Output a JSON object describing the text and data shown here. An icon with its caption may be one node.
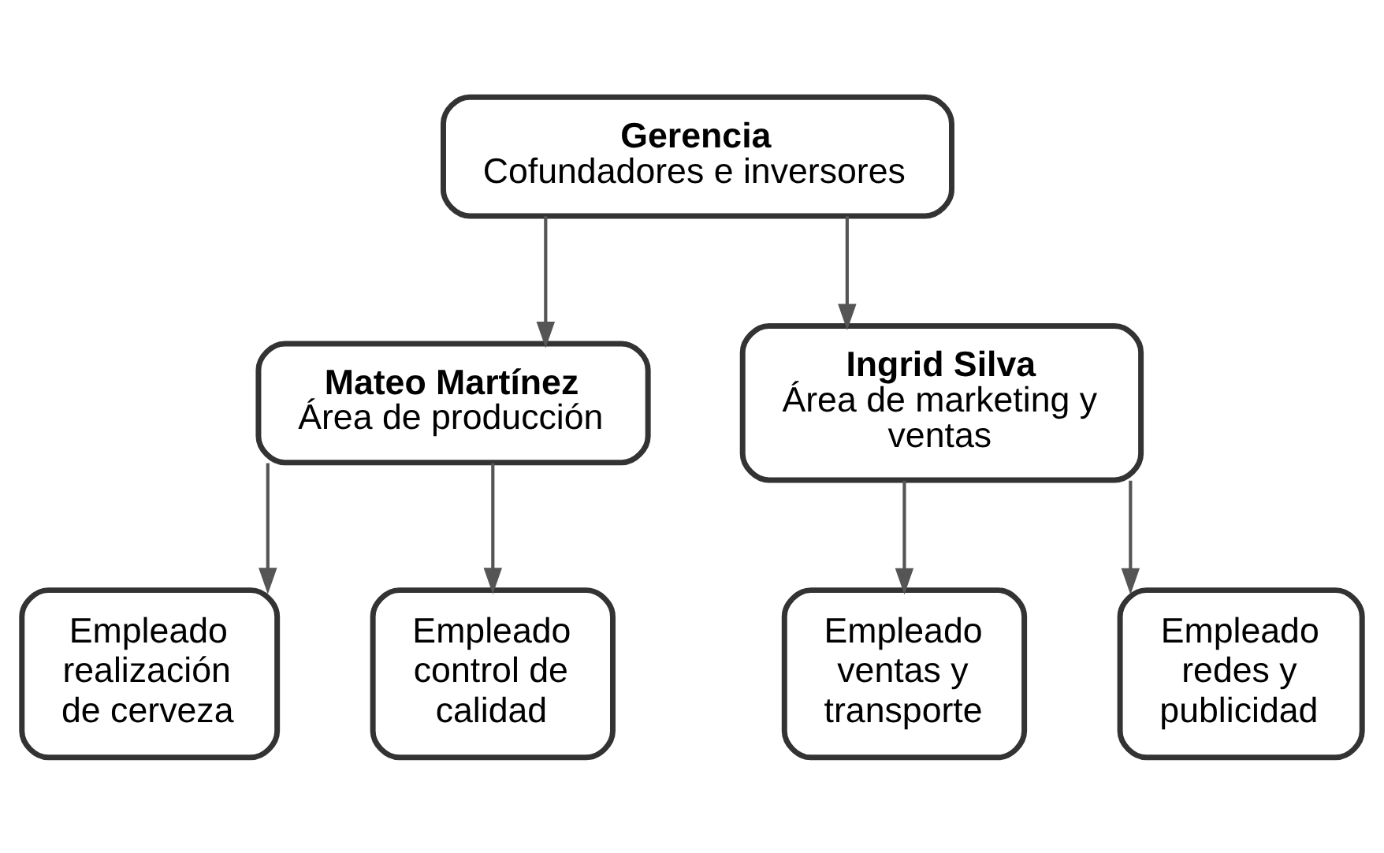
{
  "diagram": {
    "nodes": [
      {
        "text": [
          "Gerencia",
          "Cofundadores e inversores"
        ]
      },
      {
        "text": [
          "Mateo Martínez",
          "Área de producción"
        ]
      },
      {
        "text": [
          "Ingrid Silva",
          "Área de marketing y ventas"
        ]
      },
      {
        "text": [
          "Empleado realización de cerveza"
        ]
      },
      {
        "text": [
          "Empleado control de calidad"
        ]
      },
      {
        "text": [
          "Empleado ventas y transporte"
        ]
      },
      {
        "text": [
          "Empleado redes y publicidad"
        ]
      }
    ],
    "edges": [
      {
        "from": 0,
        "to": 1,
        "arrow": "to"
      },
      {
        "from": 0,
        "to": 2,
        "arrow": "to"
      },
      {
        "from": 1,
        "to": 3,
        "arrow": "to"
      },
      {
        "from": 1,
        "to": 4,
        "arrow": "to"
      },
      {
        "from": 2,
        "to": 5,
        "arrow": "to"
      },
      {
        "from": 2,
        "to": 6,
        "arrow": "to"
      }
    ]
  }
}
